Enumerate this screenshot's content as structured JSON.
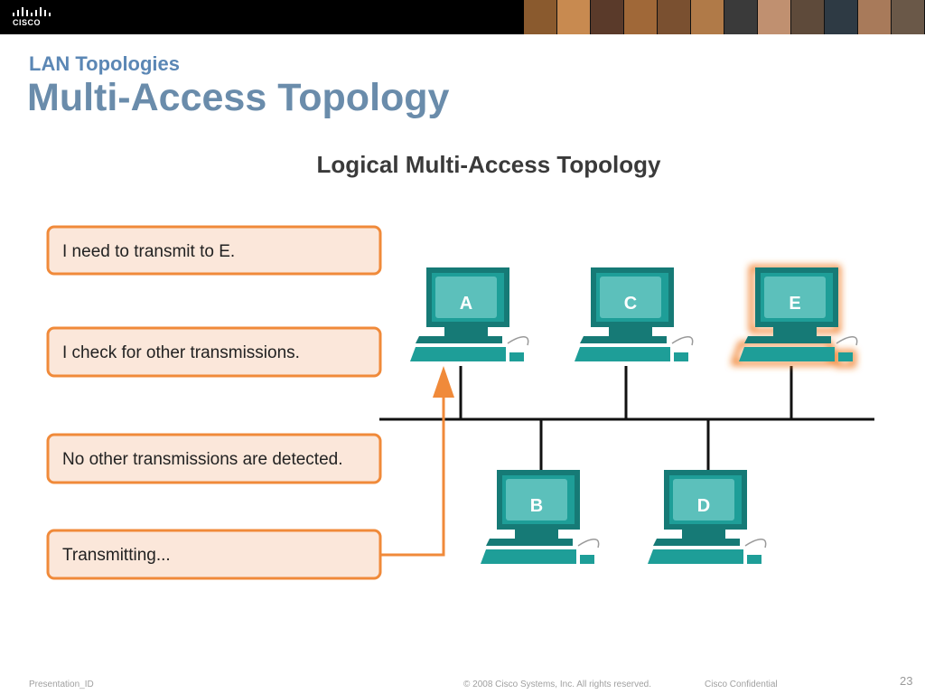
{
  "header": {
    "logo_text": "CISCO",
    "photos": [
      "#8a5a2e",
      "#c88a50",
      "#5a3a2a",
      "#a06838",
      "#7a5030",
      "#b07a48",
      "#3a3a3a",
      "#c09070",
      "#5e4a3a",
      "#2e3a44",
      "#a87a5a",
      "#6a5848"
    ]
  },
  "slide": {
    "subtitle": "LAN Topologies",
    "title": "Multi-Access Topology"
  },
  "diagram": {
    "title": "Logical Multi-Access Topology",
    "steps": [
      "I need to transmit to E.",
      "I check for other transmissions.",
      "No other transmissions are detected.",
      "Transmitting..."
    ],
    "nodes": [
      "A",
      "C",
      "E",
      "B",
      "D"
    ],
    "colors": {
      "box_border": "#f08a3a",
      "box_fill": "#fbe7da",
      "arrow": "#f08a3a",
      "pc_teal": "#1e9e98",
      "pc_dark": "#167a76",
      "pc_screen": "#5cc0bb",
      "highlight": "#f07a20"
    }
  },
  "footer": {
    "presentation_id": "Presentation_ID",
    "copyright": "© 2008 Cisco Systems, Inc. All rights reserved.",
    "confidential": "Cisco Confidential",
    "page": "23"
  }
}
